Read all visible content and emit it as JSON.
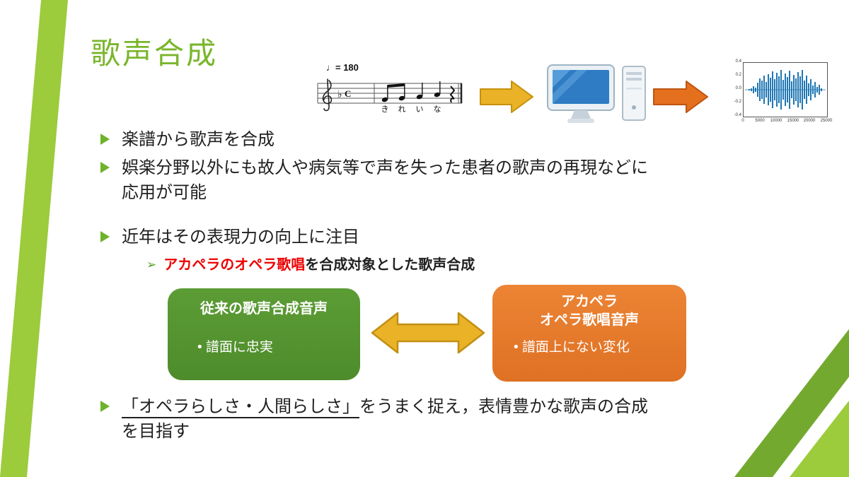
{
  "slide": {
    "title": "歌声合成"
  },
  "score": {
    "tempo": "♩= 180",
    "flat": "♭",
    "time_signature": "C",
    "lyrics": [
      "き",
      "れ",
      "い",
      "な"
    ]
  },
  "waveform": {
    "y_ticks": [
      "0.4",
      "0.2",
      "0.0",
      "-0.2",
      "-0.4"
    ],
    "x_ticks": [
      "0",
      "5000",
      "10000",
      "15000",
      "20000",
      "25000"
    ]
  },
  "bullets": {
    "b1": "楽譜から歌声を合成",
    "b2_line1": "娯楽分野以外にも故人や病気等で声を失った患者の歌声の再現などに",
    "b2_line2": "応用が可能",
    "b3": "近年はその表現力の向上に注目"
  },
  "sub_bullet": {
    "marker": "➢",
    "highlight": "アカペラのオペラ歌唱",
    "rest": "を合成対象とした歌声合成"
  },
  "comparison": {
    "left": {
      "title": "従来の歌声合成音声",
      "marker": "•",
      "item": " 譜面に忠実"
    },
    "right": {
      "title_line1": "アカペラ",
      "title_line2": "オペラ歌唱音声",
      "marker": "•",
      "item": " 譜面上にない変化"
    }
  },
  "closing": {
    "underlined": "「オペラらしさ・人間らしさ」",
    "line1_rest": "をうまく捉え，表情豊かな歌声の合成",
    "line2": "を目指す"
  },
  "colors": {
    "accent_green": "#76B82A",
    "lime": "#9CCB3C",
    "box_green": "#569431",
    "box_orange": "#E87A2C",
    "arrow_gold": "#E9B227",
    "arrow_orange": "#E4701E",
    "highlight_red": "#EE0000",
    "waveform_blue": "#1F77B4"
  }
}
